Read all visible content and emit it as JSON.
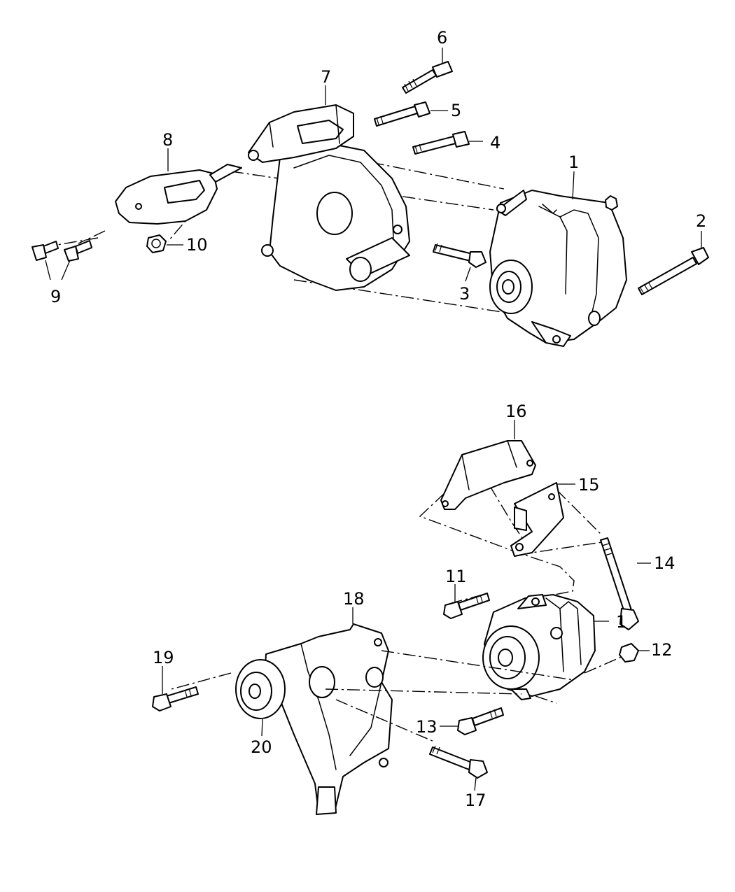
{
  "callouts": {
    "c1a": "1",
    "c2": "2",
    "c3": "3",
    "c4": "4",
    "c5": "5",
    "c6": "6",
    "c7": "7",
    "c8": "8",
    "c9": "9",
    "c10": "10",
    "c1b": "1",
    "c11": "11",
    "c12": "12",
    "c13": "13",
    "c14": "14",
    "c15": "15",
    "c16": "16",
    "c17": "17",
    "c18": "18",
    "c19": "19",
    "c20": "20"
  },
  "colors": {
    "ink": "#000000",
    "paper": "#ffffff"
  }
}
